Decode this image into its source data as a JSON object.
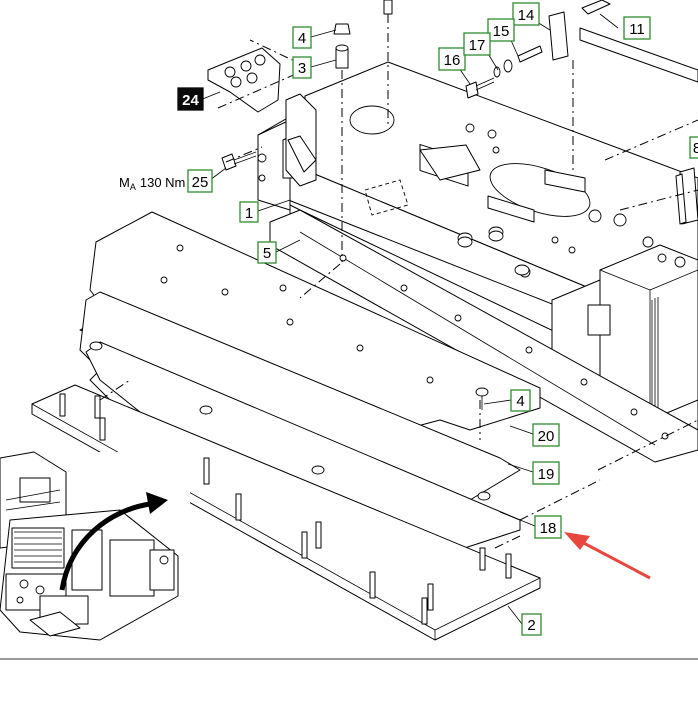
{
  "callouts": [
    {
      "id": "c1",
      "label": "1"
    },
    {
      "id": "c2",
      "label": "2"
    },
    {
      "id": "c3",
      "label": "3"
    },
    {
      "id": "c4a",
      "label": "4"
    },
    {
      "id": "c4b",
      "label": "4"
    },
    {
      "id": "c5",
      "label": "5"
    },
    {
      "id": "c8",
      "label": "8"
    },
    {
      "id": "c11",
      "label": "11"
    },
    {
      "id": "c14",
      "label": "14"
    },
    {
      "id": "c15",
      "label": "15"
    },
    {
      "id": "c16",
      "label": "16"
    },
    {
      "id": "c17",
      "label": "17"
    },
    {
      "id": "c18",
      "label": "18"
    },
    {
      "id": "c19",
      "label": "19"
    },
    {
      "id": "c20",
      "label": "20"
    },
    {
      "id": "c24",
      "label": "24"
    },
    {
      "id": "c25",
      "label": "25"
    }
  ],
  "torque": {
    "symbol": "M",
    "subscript": "A",
    "value": "130 Nm"
  },
  "colors": {
    "callout_border": "#2e8b2e",
    "arrow": "#e8473e",
    "dark_callout": "#0a0a0a"
  }
}
